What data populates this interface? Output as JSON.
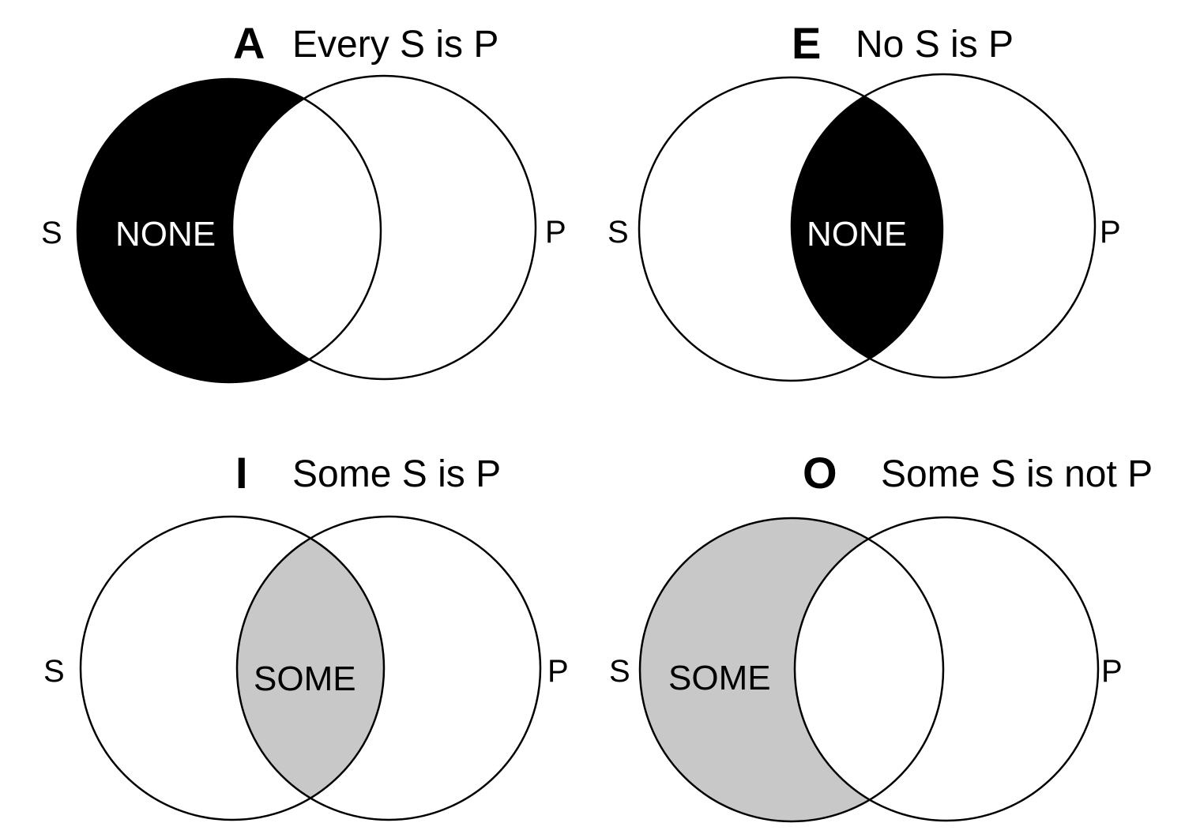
{
  "colors": {
    "none_fill": "#000000",
    "some_fill": "#c8c8c8",
    "stroke": "#000000",
    "background": "#ffffff"
  },
  "panels": [
    {
      "id": "A",
      "letter": "A",
      "statement": "Every S is P",
      "left_label": "S",
      "right_label": "P",
      "region": "s-only",
      "region_label": "NONE",
      "shade": "none"
    },
    {
      "id": "E",
      "letter": "E",
      "statement": "No S is P",
      "left_label": "S",
      "right_label": "P",
      "region": "intersection",
      "region_label": "NONE",
      "shade": "none"
    },
    {
      "id": "I",
      "letter": "I",
      "statement": "Some S is P",
      "left_label": "S",
      "right_label": "P",
      "region": "intersection",
      "region_label": "SOME",
      "shade": "some"
    },
    {
      "id": "O",
      "letter": "O",
      "statement": "Some S is not P",
      "left_label": "S",
      "right_label": "P",
      "region": "s-only",
      "region_label": "SOME",
      "shade": "some"
    }
  ]
}
